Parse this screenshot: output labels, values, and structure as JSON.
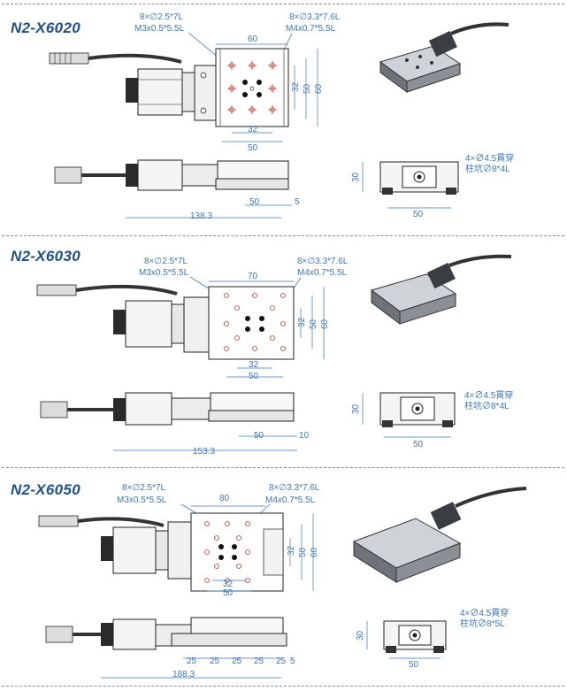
{
  "sections": [
    {
      "model": "N2-X6020",
      "hole_small_count": "8×∅2.5*7L",
      "hole_small_thread": "M3x0.5*5.5L",
      "hole_large_count": "8×∅3.3*7.6L",
      "hole_large_thread": "M4x0.7*5.5L",
      "top_width": "60",
      "pitch_x": "32",
      "width_x": "50",
      "pitch_y": "32",
      "width_y": "50",
      "height_y": "60",
      "len_mid": "50",
      "len_end": "5",
      "total_len": "138.3",
      "through_hole": "4×∅4.5貫穿",
      "counterbore": "柱坑∅8*4L",
      "side_height": "30",
      "side_width": "50"
    },
    {
      "model": "N2-X6030",
      "hole_small_count": "8×∅2.5*7L",
      "hole_small_thread": "M3x0.5*5.5L",
      "hole_large_count": "8×∅3.3*7.6L",
      "hole_large_thread": "M4x0.7*5.5L",
      "top_width": "70",
      "pitch_x": "32",
      "width_x": "50",
      "pitch_y": "32",
      "width_y": "50",
      "height_y": "60",
      "len_mid": "50",
      "len_end": "10",
      "total_len": "153.3",
      "through_hole": "4×∅4.5貫穿",
      "counterbore": "柱坑∅8*4L",
      "side_height": "30",
      "side_width": "50"
    },
    {
      "model": "N2-X6050",
      "hole_small_count": "8×∅2.5*7L",
      "hole_small_thread": "M3x0.5*5.5L",
      "hole_large_count": "8×∅3.3*7.6L",
      "hole_large_thread": "M4x0.7*5.5L",
      "top_width": "80",
      "pitch_x": "32",
      "width_x": "50",
      "pitch_y": "32",
      "width_y": "50",
      "height_y": "60",
      "seg": [
        "25",
        "25",
        "25",
        "25",
        "25"
      ],
      "len_end": "5",
      "total_len": "188.3",
      "through_hole": "4×∅4.5貫穿",
      "counterbore": "柱坑∅8*5L",
      "side_height": "30",
      "side_width": "50"
    }
  ]
}
